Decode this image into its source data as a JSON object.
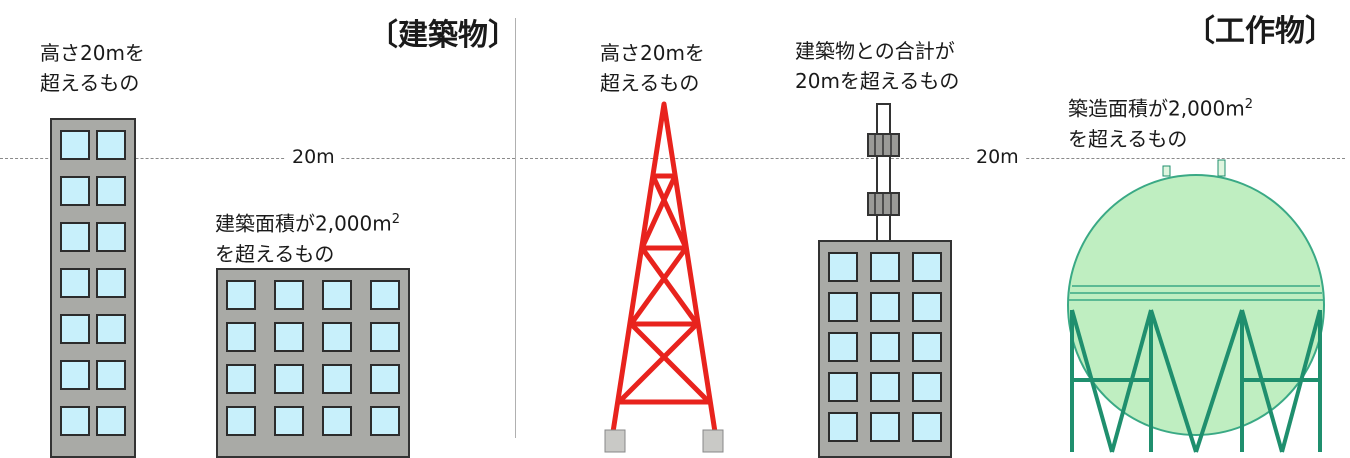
{
  "sections": {
    "building": "〔建築物〕",
    "structure": "〔工作物〕"
  },
  "height_markers": {
    "left": "20m",
    "right": "20m"
  },
  "labels": {
    "tall_building": [
      "高さ20mを",
      "超えるもの"
    ],
    "wide_building": {
      "line1": "建築面積が2,000m",
      "sup": "2",
      "line2": "を超えるもの"
    },
    "steel_tower": [
      "高さ20mを",
      "超えるもの"
    ],
    "antenna_building": [
      "建築物との合計が",
      "20mを超えるもの"
    ],
    "gas_tank": {
      "line1": "築造面積が2,000m",
      "sup": "2",
      "line2": "を超えるもの"
    }
  },
  "colors": {
    "building_wall": "#a9aaa6",
    "window": "#c8f0fb",
    "tower": "#e8231d",
    "tank_fill": "#bfeec1",
    "tank_frame": "#1f8f6e"
  }
}
